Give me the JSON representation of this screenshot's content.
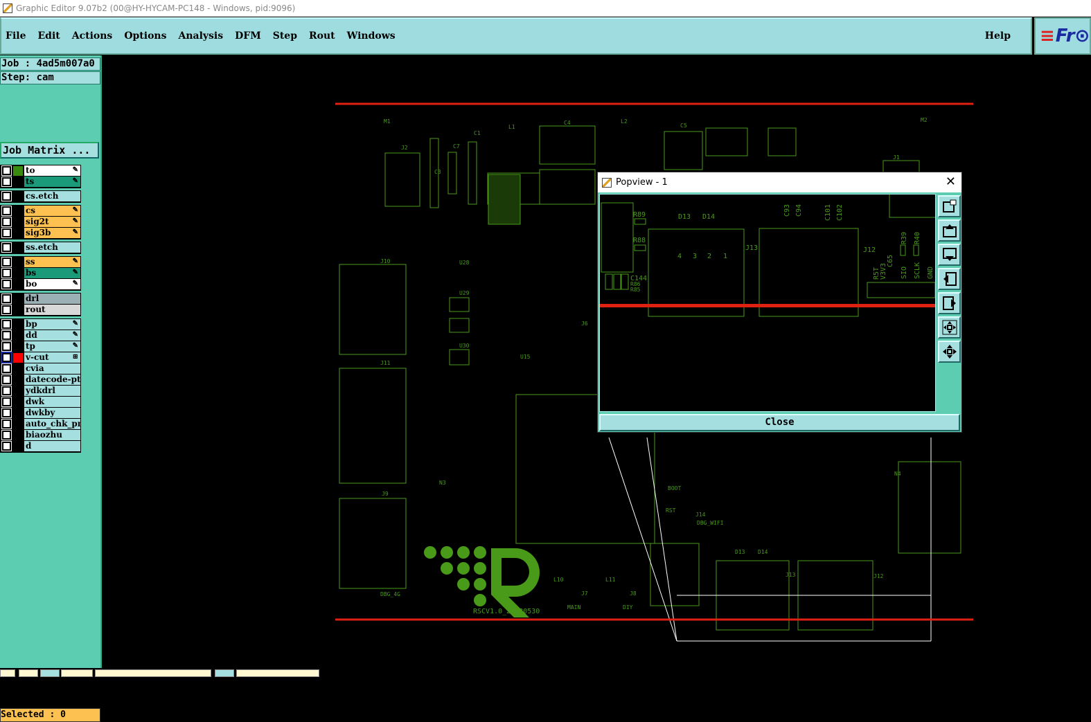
{
  "window": {
    "title": "Graphic Editor 9.07b2 (00@HY-HYCAM-PC148 - Windows, pid:9096)"
  },
  "menu": {
    "items": [
      "File",
      "Edit",
      "Actions",
      "Options",
      "Analysis",
      "DFM",
      "Step",
      "Rout",
      "Windows"
    ],
    "help": "Help",
    "logo": "Fr"
  },
  "job": {
    "job_label": "Job : 4ad5m007a0",
    "step_label": "Step: cam",
    "matrix_button": "Job Matrix ..."
  },
  "layer_groups": [
    [
      {
        "name": "to",
        "color": "#ffffff",
        "swatch": "#3a8a10",
        "fx": true
      },
      {
        "name": "ts",
        "color": "#1a9a78",
        "fx": true
      }
    ],
    [
      {
        "name": "cs.etch",
        "color": "#a6dfe0"
      }
    ],
    [
      {
        "name": "cs",
        "color": "#fcc150",
        "fx": true
      },
      {
        "name": "sig2t",
        "color": "#fcc150",
        "fx": true
      },
      {
        "name": "sig3b",
        "color": "#fcc150",
        "fx": true
      }
    ],
    [
      {
        "name": "ss.etch",
        "color": "#a6dfe0"
      }
    ],
    [
      {
        "name": "ss",
        "color": "#fcc150",
        "fx": true
      },
      {
        "name": "bs",
        "color": "#1a9a78",
        "fx": true
      },
      {
        "name": "bo",
        "color": "#ffffff",
        "fx": true
      }
    ],
    [
      {
        "name": "drl",
        "color": "#9ab0b4"
      },
      {
        "name": "rout",
        "color": "#d8d8d8"
      }
    ],
    [
      {
        "name": "bp",
        "color": "#a6dfe0",
        "fx": true
      },
      {
        "name": "dd",
        "color": "#a6dfe0",
        "fx": true
      },
      {
        "name": "tp",
        "color": "#a6dfe0",
        "fx": true
      },
      {
        "name": "v-cut",
        "color": "#a6dfe0",
        "swatch": "#ff0000",
        "selected": true,
        "grid": true
      },
      {
        "name": "cvia",
        "color": "#a6dfe0"
      },
      {
        "name": "datecode-pt",
        "color": "#a6dfe0"
      },
      {
        "name": "ydkdrl",
        "color": "#a6dfe0"
      },
      {
        "name": "dwk",
        "color": "#a6dfe0"
      },
      {
        "name": "dwkby",
        "color": "#a6dfe0"
      },
      {
        "name": "auto_chk_pnl",
        "color": "#a6dfe0"
      },
      {
        "name": "biaozhu",
        "color": "#a6dfe0"
      },
      {
        "name": "d",
        "color": "#a6dfe0"
      }
    ]
  ],
  "status": {
    "selected": "Selected : 0"
  },
  "board": {
    "labels": [
      "M1",
      "M2",
      "J2",
      "C7",
      "C1",
      "L1",
      "C4",
      "L2",
      "C5",
      "C3",
      "J1",
      "J10",
      "J11",
      "J9",
      "U28",
      "U29",
      "U30",
      "U15",
      "J6",
      "N3",
      "N4",
      "J13",
      "J12",
      "J14",
      "L10",
      "L11",
      "J7",
      "J8",
      "MAIN",
      "DIY",
      "DBG_4G",
      "DBG_WIFI",
      "BOOT",
      "RST",
      "D13",
      "D14"
    ],
    "date_code": "RSCV1.0_20220530",
    "trace_color": "#4a9a1a",
    "vcut_color": "#e02010"
  },
  "popview": {
    "title": "Popview - 1",
    "close_label": "Close",
    "labels": [
      "R89",
      "R88",
      "D13",
      "D14",
      "C93",
      "C94",
      "C101",
      "C102",
      "J13",
      "J12",
      "4",
      "3",
      "2",
      "1",
      "C144",
      "R86",
      "R85",
      "R39",
      "R40",
      "R5T",
      "V3V3",
      "C65",
      "SIO",
      "SCLK",
      "GND"
    ],
    "tools": [
      "zoom-window-icon",
      "pan-up-icon",
      "pan-down-icon",
      "pan-left-icon",
      "pan-right-icon",
      "zoom-fit-icon",
      "pan-center-icon"
    ]
  }
}
